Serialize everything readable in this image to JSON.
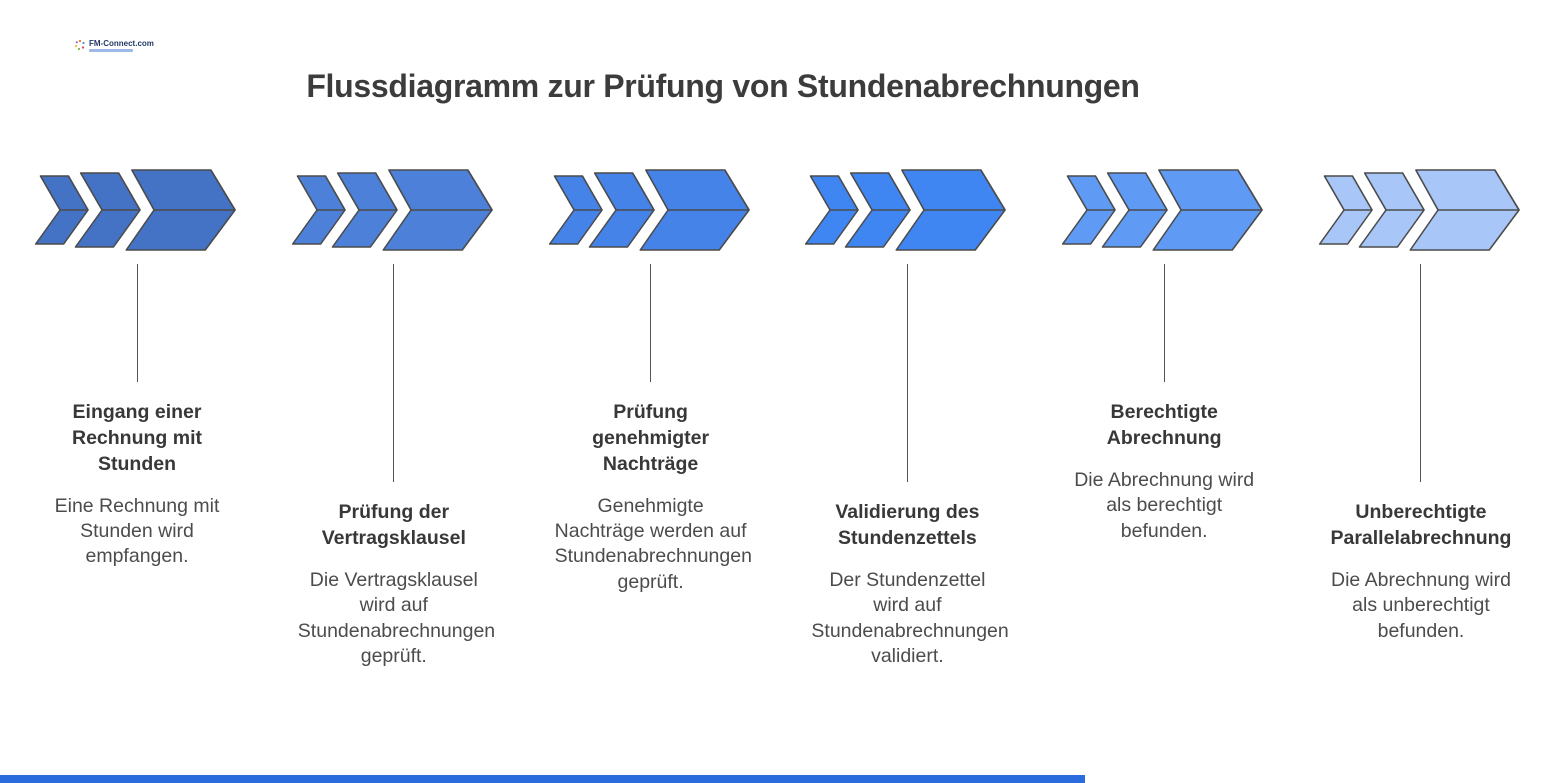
{
  "page": {
    "background": "#ffffff"
  },
  "logo": {
    "text": "FM-Connect.com"
  },
  "title": "Flussdiagramm zur Prüfung von Stundenabrechnungen",
  "steps": [
    {
      "title": "Eingang einer Rechnung mit Stunden",
      "description": "Eine Rechnung mit Stunden wird empfangen.",
      "color": "#4472c4"
    },
    {
      "title": "Prüfung der Vertragsklausel",
      "description": "Die Vertragsklausel wird auf Stundenabrechnungen geprüft.",
      "color": "#4d80d9"
    },
    {
      "title": "Prüfung genehmigter Nachträge",
      "description": "Genehmigte Nachträge werden auf Stundenabrechnungen geprüft.",
      "color": "#4583e9"
    },
    {
      "title": "Validierung des Stundenzettels",
      "description": "Der Stundenzettel wird auf Stundenabrechnungen validiert.",
      "color": "#3f86f3"
    },
    {
      "title": "Berechtigte Abrechnung",
      "description": "Die Abrechnung wird als berechtigt befunden.",
      "color": "#5f9af5"
    },
    {
      "title": "Unberechtigte Parallelabrechnung",
      "description": "Die Abrechnung wird als unberechtigt befunden.",
      "color": "#a8c6f7"
    }
  ],
  "outline_color": "#4b4b4b",
  "footer_bar": {
    "color": "#2a6bdd"
  }
}
